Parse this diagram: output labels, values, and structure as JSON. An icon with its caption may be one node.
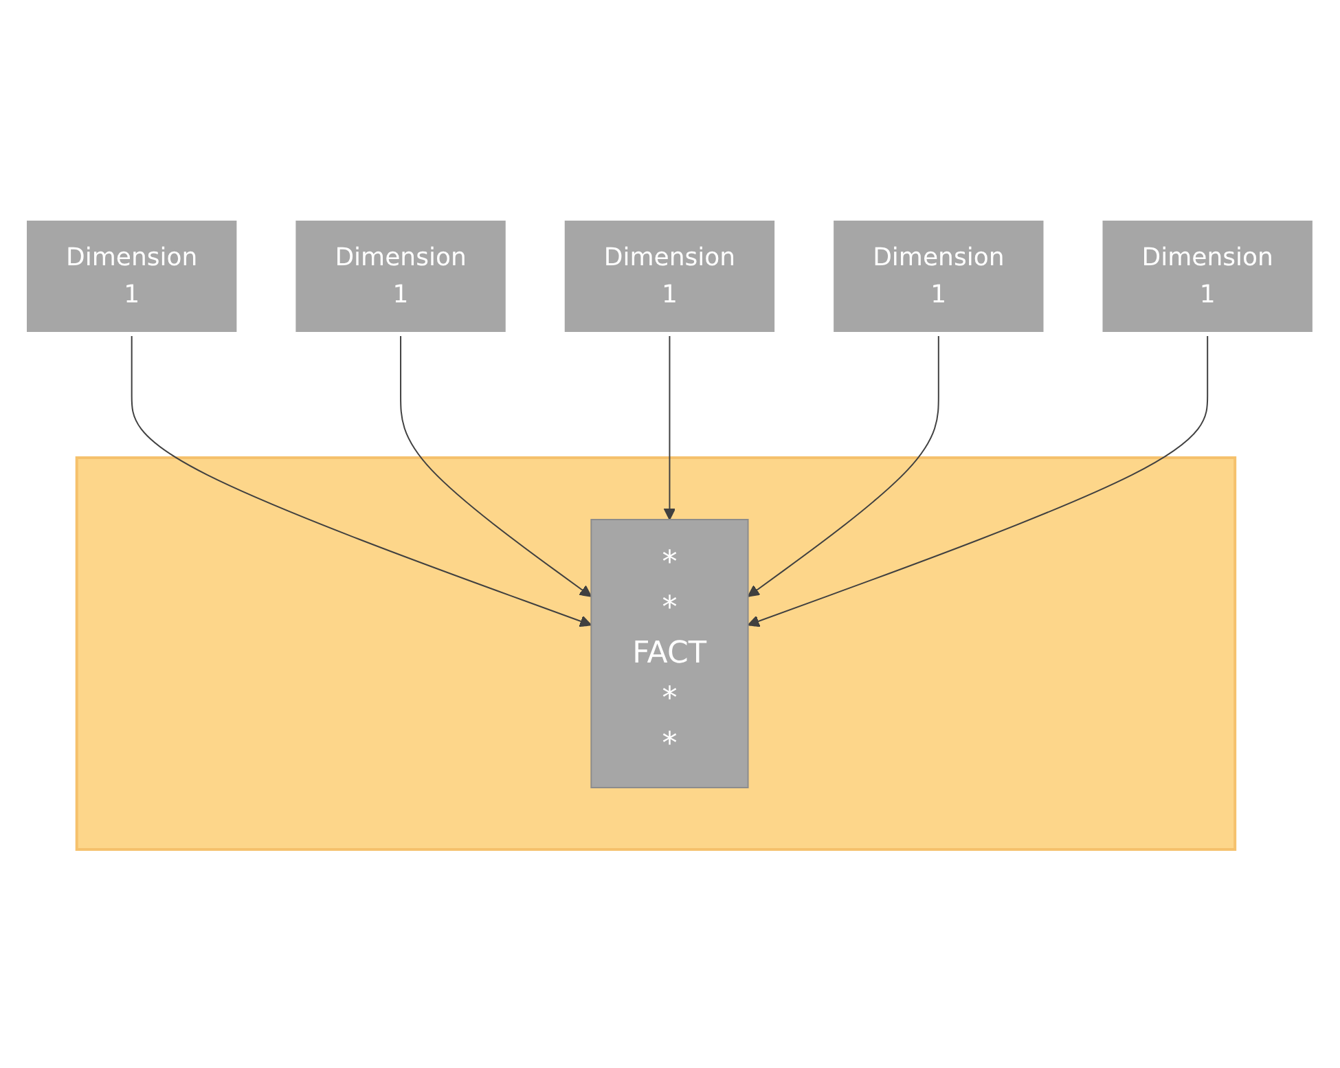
{
  "diagram": {
    "nodes": [
      {
        "text": [
          "Dimension",
          "1"
        ]
      },
      {
        "text": [],
        "shape": "star"
      },
      {
        "text": [
          "Dimension",
          "1"
        ]
      },
      {
        "text": [
          "Dimension",
          "1"
        ]
      },
      {
        "text": [
          "*",
          "*",
          "FACT",
          "*",
          "*"
        ],
        "in": 1
      },
      {
        "text": [
          "Dimension",
          "1"
        ]
      },
      {
        "text": [
          "Dimension",
          "1"
        ]
      }
    ],
    "edges": [
      {
        "from": 0,
        "to": 4,
        "arrow": "to"
      },
      {
        "from": 2,
        "to": 4,
        "arrow": "to"
      },
      {
        "from": 3,
        "to": 4,
        "arrow": "to"
      },
      {
        "from": 5,
        "to": 4,
        "arrow": "to"
      },
      {
        "from": 6,
        "to": 4,
        "arrow": "to"
      }
    ]
  }
}
